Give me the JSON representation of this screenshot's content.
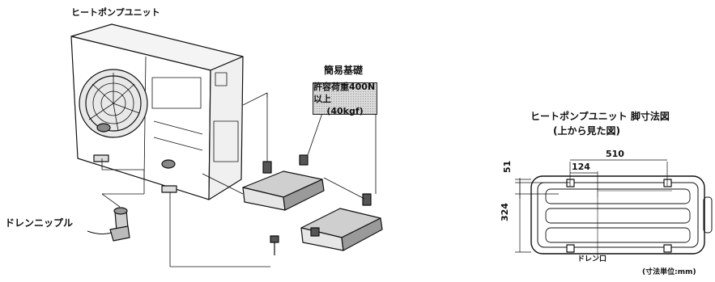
{
  "labels": {
    "heat_pump_unit": "ヒートポンプユニット",
    "simple_foundation": "簡易基礎",
    "load_line1": "許容荷重400N以上",
    "load_line2": "(40kgf)",
    "drain_nipple": "ドレンニップル",
    "dim_title": "ヒートポンプユニット 脚寸法図",
    "dim_subtitle": "(上から見た図)",
    "dim_width": "510",
    "dim_offset": "124",
    "dim_side": "51",
    "dim_depth": "324",
    "drain_port": "ドレン口",
    "unit_note": "(寸法単位:mm)"
  }
}
